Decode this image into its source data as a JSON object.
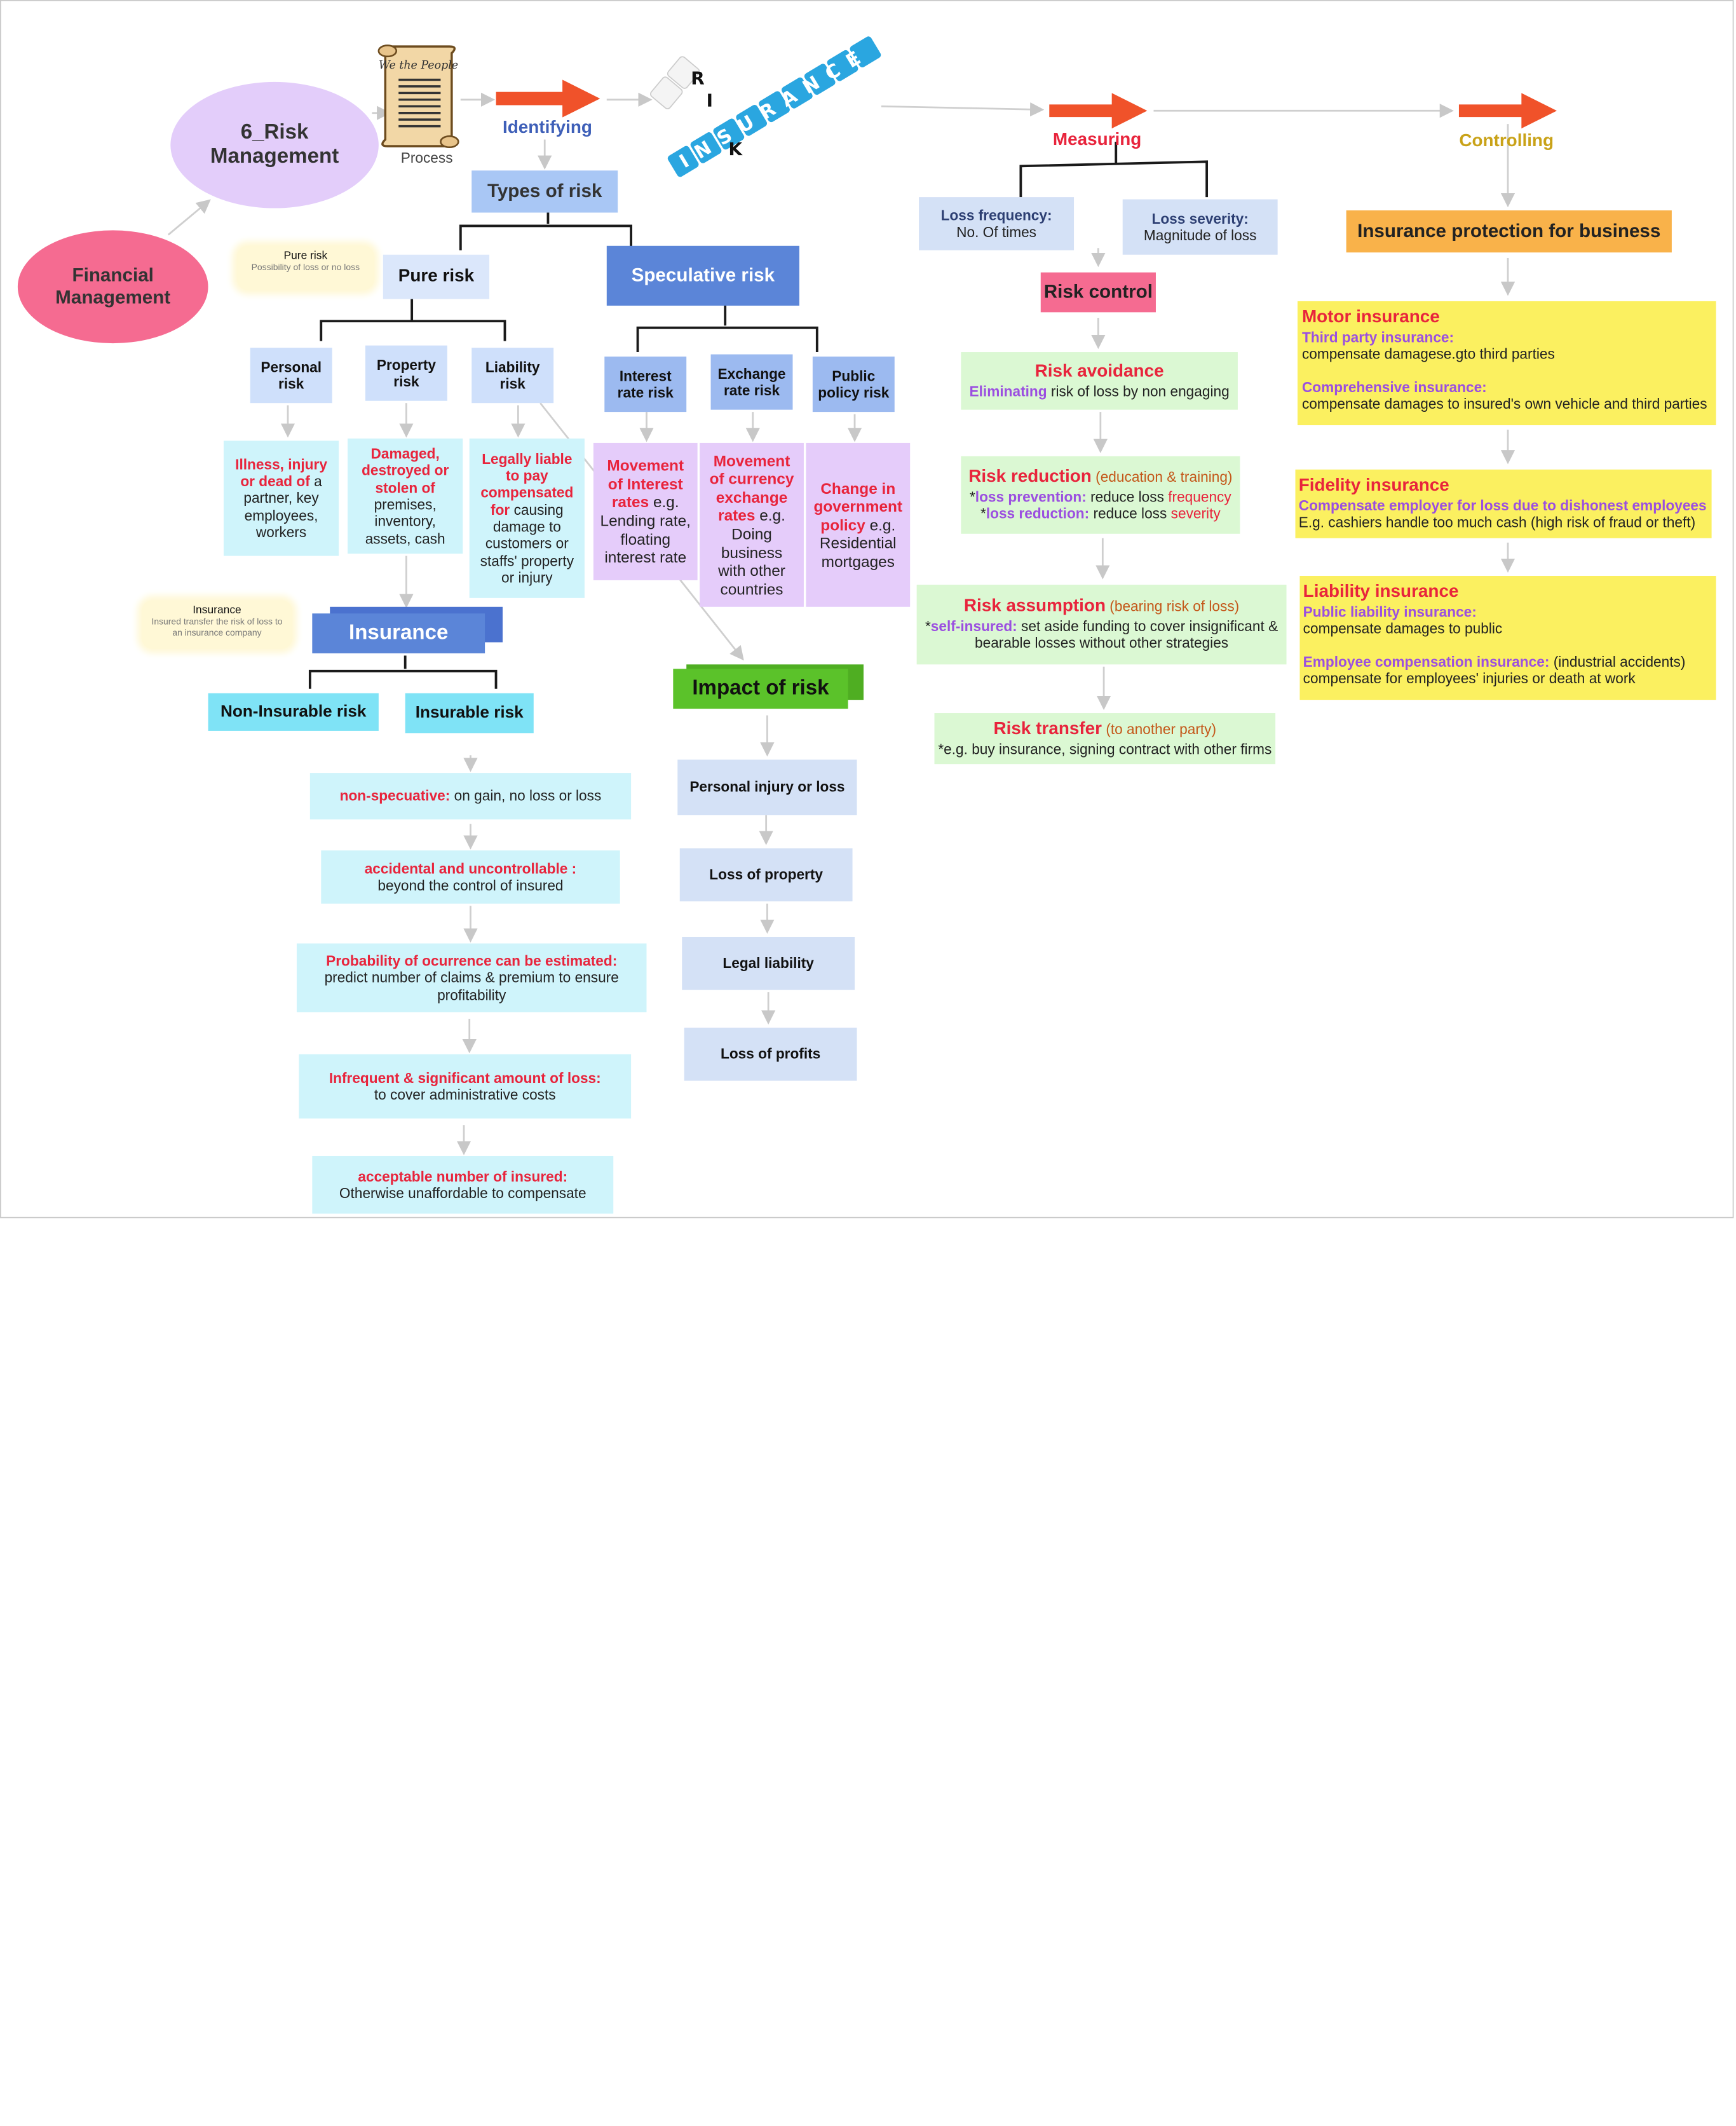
{
  "root": {
    "financial_management": "Financial Management",
    "risk_management": "6_Risk Management",
    "process_label": "Process"
  },
  "stages": {
    "identifying": "Identifying",
    "measuring": "Measuring",
    "controlling": "Controlling"
  },
  "identifying": {
    "types_of_risk": "Types of risk",
    "pure_risk": "Pure risk",
    "speculative_risk": "Speculative risk",
    "pure_note": {
      "title": "Pure risk",
      "desc": "Possibility of loss or no loss"
    },
    "pure_children": [
      {
        "label": "Personal risk",
        "desc_bold": "Illness, injury or dead of",
        "desc": "a partner, key employees, workers"
      },
      {
        "label": "Property risk",
        "desc_bold": "Damaged, destroyed or stolen of",
        "desc": "premises, inventory, assets, cash"
      },
      {
        "label": "Liability risk",
        "desc_bold": "Legally liable to pay compensated for",
        "desc": "causing damage to customers or staffs' property or injury"
      }
    ],
    "speculative_children": [
      {
        "label": "Interest rate risk",
        "desc_bold": "Movement of Interest rates",
        "desc": "e.g. Lending rate, floating interest rate"
      },
      {
        "label": "Exchange rate risk",
        "desc_bold": "Movement of currency exchange rates",
        "desc": "e.g. Doing business with other countries"
      },
      {
        "label": "Public policy risk",
        "desc_bold": "Change in government policy",
        "desc": "e.g. Residential mortgages"
      }
    ],
    "insurance": "Insurance",
    "insurance_note": {
      "title": "Insurance",
      "desc": "Insured transfer the risk of loss to an insurance company"
    },
    "non_insurable": "Non-Insurable risk",
    "insurable": "Insurable risk",
    "insurable_criteria": [
      {
        "bold": "non-specuative:",
        "text": "on gain, no loss or loss"
      },
      {
        "bold": "accidental and uncontrollable :",
        "text": "beyond the control of insured"
      },
      {
        "bold": "Probability of ocurrence can be estimated:",
        "text": "predict number of claims & premium to ensure profitability"
      },
      {
        "bold": "Infrequent & significant amount of loss:",
        "text": "to cover administrative costs"
      },
      {
        "bold": "acceptable number of insured:",
        "text": "Otherwise unaffordable to compensate"
      }
    ],
    "impact_of_risk": "Impact of risk",
    "impacts": [
      "Personal injury or loss",
      "Loss of property",
      "Legal liability",
      "Loss of profits"
    ]
  },
  "measuring": {
    "loss_frequency": {
      "title": "Loss frequency:",
      "desc": "No. Of times"
    },
    "loss_severity": {
      "title": "Loss severity:",
      "desc": "Magnitude of loss"
    },
    "risk_control": "Risk control",
    "avoidance": {
      "title": "Risk avoidance",
      "lead": "Eliminating",
      "text": "risk of loss by non engaging"
    },
    "reduction": {
      "title": "Risk reduction",
      "paren": "(education & training)",
      "l1_star": "*",
      "l1_lead": "loss prevention:",
      "l1_text": "reduce loss",
      "l1_tail": "frequency",
      "l2_star": "*",
      "l2_lead": "loss reduction:",
      "l2_text": "reduce loss",
      "l2_tail": "severity"
    },
    "assumption": {
      "title": "Risk assumption",
      "paren": "(bearing risk of loss)",
      "star": "*",
      "lead": "self-insured:",
      "text": "set aside funding to cover insignificant & bearable losses without other strategies"
    },
    "transfer": {
      "title": "Risk transfer",
      "paren": "(to another party)",
      "text": "*e.g. buy insurance, signing contract with other firms"
    }
  },
  "controlling": {
    "header": "Insurance protection for business",
    "motor": {
      "title": "Motor insurance",
      "sub1": "Third party insurance:",
      "text1": "compensate damagese.gto third parties",
      "sub2": "Comprehensive insurance:",
      "text2": "compensate damages to insured's own vehicle and third parties"
    },
    "fidelity": {
      "title": "Fidelity insurance",
      "sub1": "Compensate employer for loss due to dishonest employees",
      "text1": "E.g. cashiers handle too much cash (high risk of fraud or theft)"
    },
    "liability": {
      "title": "Liability insurance",
      "sub1": "Public liability insurance:",
      "text1": "compensate damages to public",
      "sub2": "Employee compensation insurance:",
      "text2": "(industrial accidents)",
      "text3": "compensate for employees' injuries or death at work"
    }
  },
  "banner": {
    "word1": "INSURANCE",
    "word2": "RISK"
  },
  "colors": {
    "arrow": "#f0522a",
    "identifying": "#3e5fb8",
    "measuring": "#e8243c",
    "controlling": "#c9a218",
    "red": "#e8243c",
    "purple": "#9b4fe0"
  }
}
